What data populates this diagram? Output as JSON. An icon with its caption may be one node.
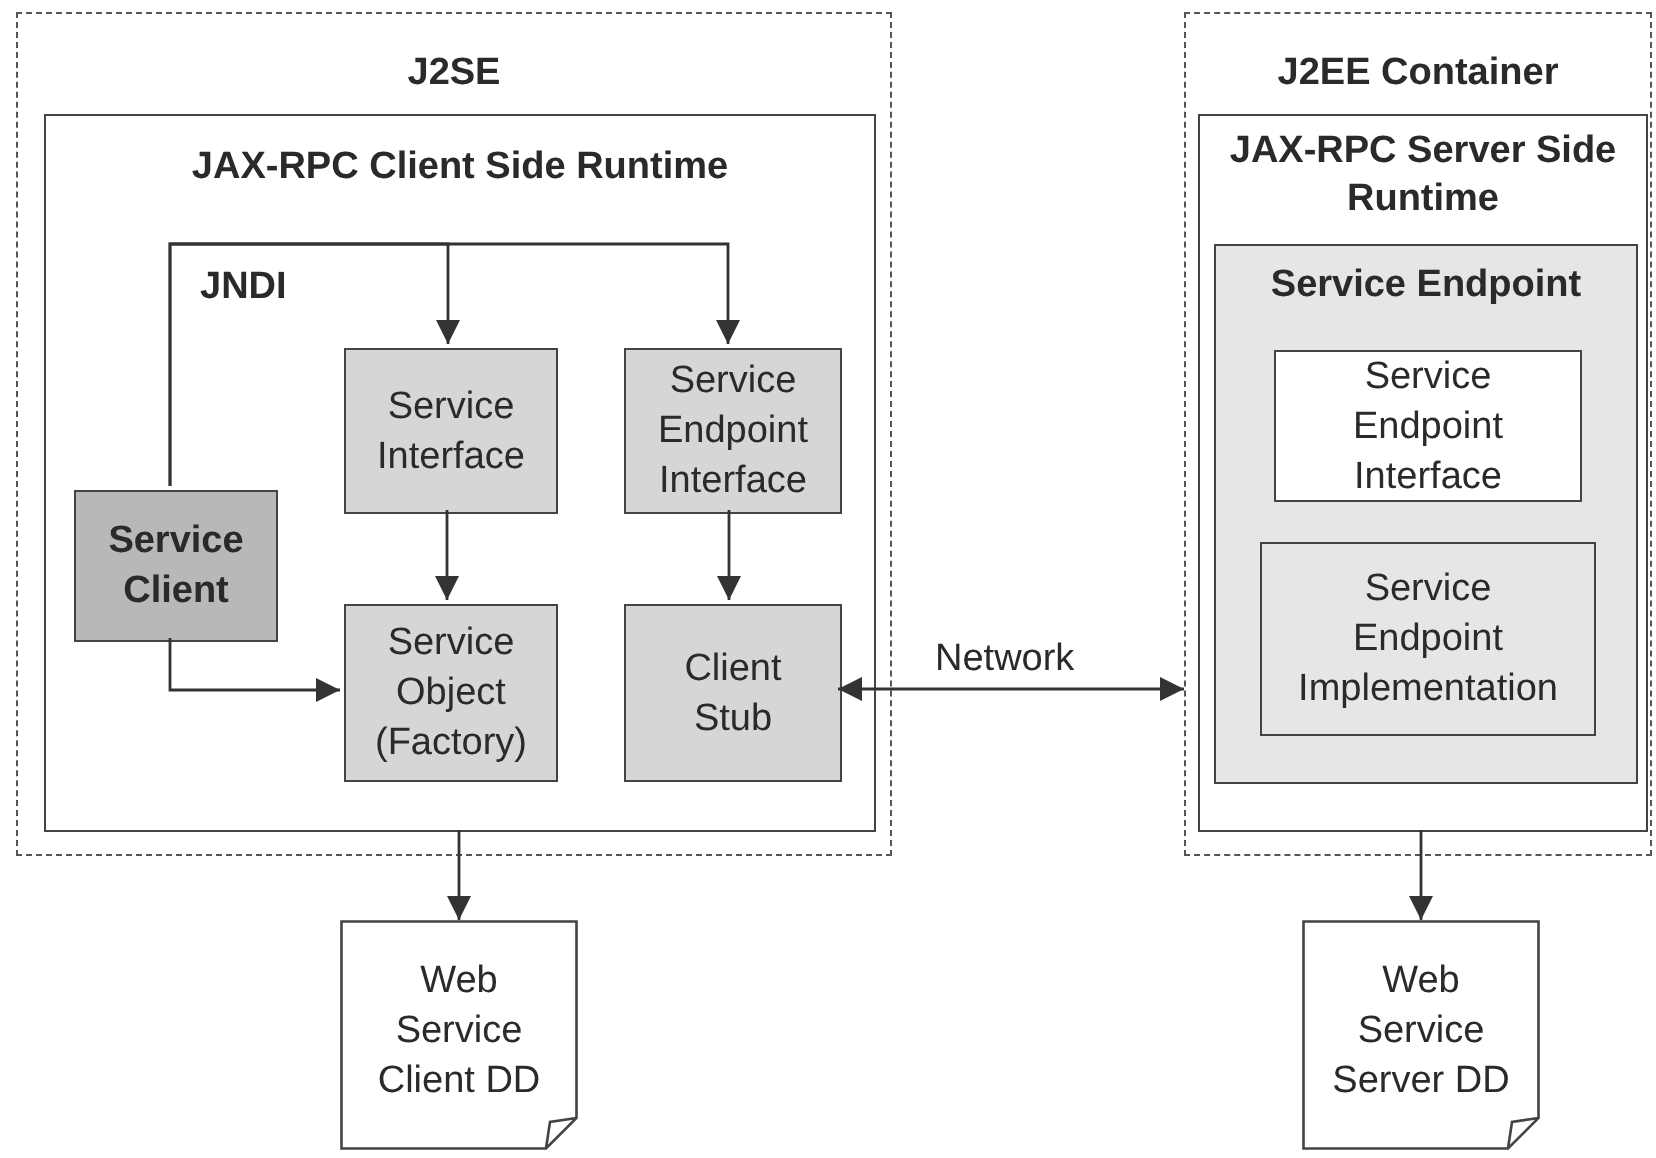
{
  "diagram": {
    "nodes": [
      {
        "text": [
          "J2SE"
        ]
      },
      {
        "text": [
          "JAX-RPC Client Side Runtime"
        ],
        "in": 0
      },
      {
        "text": [
          "Service Client"
        ],
        "in": 1
      },
      {
        "text": [
          "Service Interface"
        ],
        "in": 1
      },
      {
        "text": [
          "Service Endpoint Interface"
        ],
        "in": 1
      },
      {
        "text": [
          "Service Object (Factory)"
        ],
        "in": 1
      },
      {
        "text": [
          "Client Stub"
        ],
        "in": 1
      },
      {
        "text": [
          "J2EE Container"
        ]
      },
      {
        "text": [
          "JAX-RPC Server Side Runtime"
        ],
        "in": 7
      },
      {
        "text": [
          "Service Endpoint"
        ],
        "in": 8
      },
      {
        "text": [
          "Service Endpoint Interface"
        ],
        "in": 9
      },
      {
        "text": [
          "Service Endpoint Implementation"
        ],
        "in": 9
      },
      {
        "text": [
          "Web Service Client DD"
        ]
      },
      {
        "text": [
          "Web Service Server DD"
        ]
      }
    ],
    "edges": [
      {
        "from": 2,
        "to": 3,
        "arrow": "to"
      },
      {
        "from": 2,
        "to": 4,
        "arrow": "to"
      },
      {
        "from": 3,
        "to": 5,
        "arrow": "to"
      },
      {
        "from": 4,
        "to": 6,
        "arrow": "to"
      },
      {
        "from": 2,
        "to": 5,
        "arrow": "to"
      },
      {
        "from": 6,
        "to": 7,
        "arrow": "both",
        "label": "Network"
      },
      {
        "from": 1,
        "to": 12,
        "arrow": "to"
      },
      {
        "from": 8,
        "to": 13,
        "arrow": "to"
      }
    ],
    "labels": [
      "JNDI"
    ]
  }
}
